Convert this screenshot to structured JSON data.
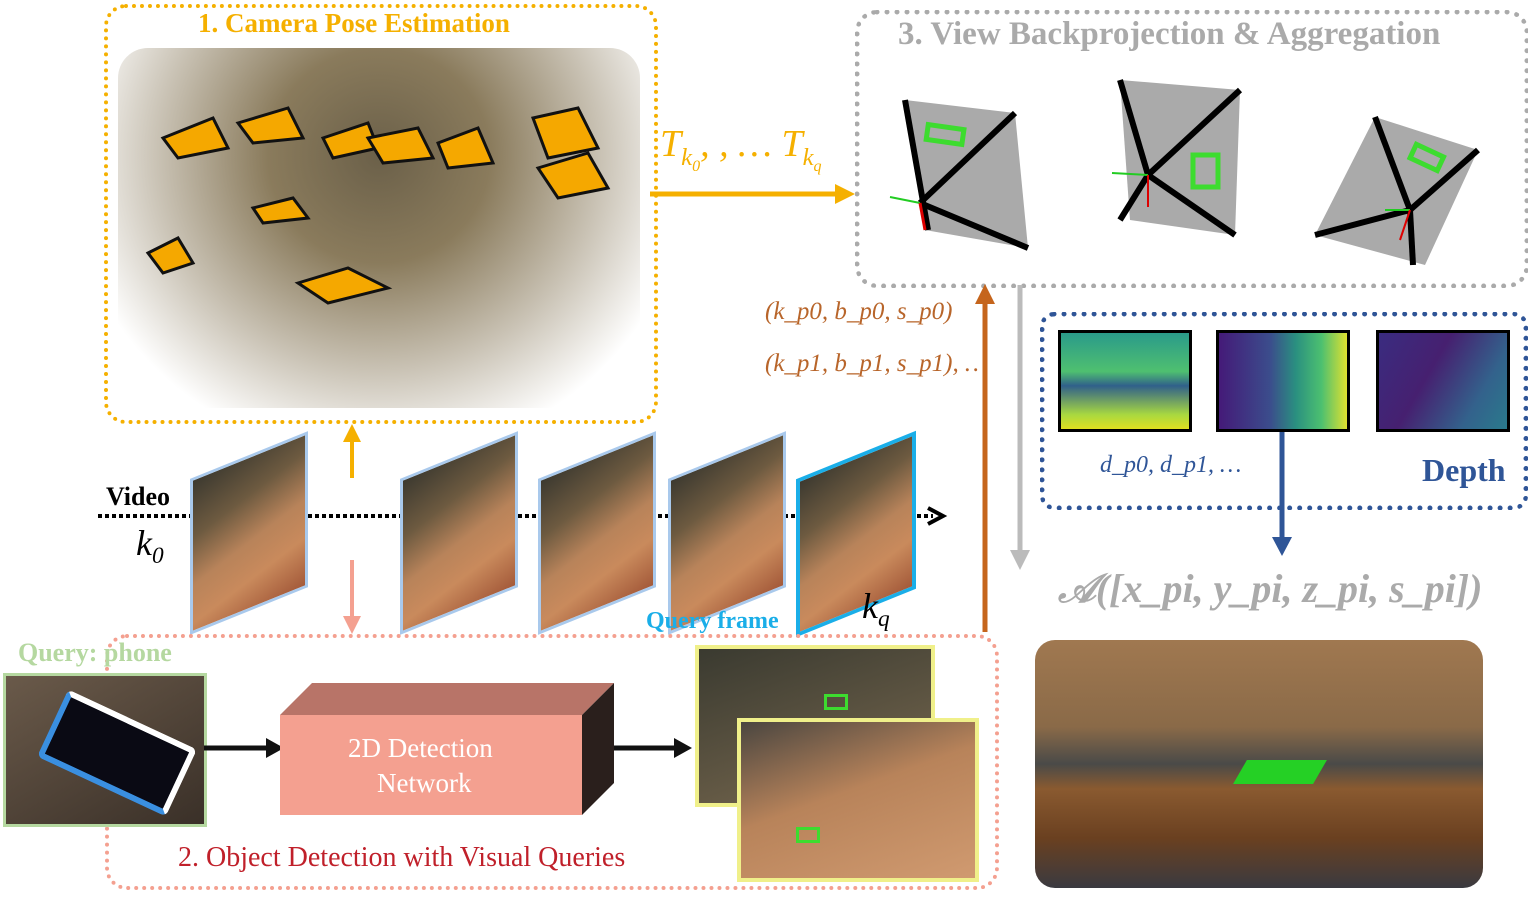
{
  "section1": {
    "title": "1. Camera Pose Estimation",
    "color": "#f5b000"
  },
  "section2": {
    "title": "2. Object Detection with Visual Queries",
    "color": "#c0202a",
    "query_label": "Query: phone",
    "network_label_line1": "2D Detection",
    "network_label_line2": "Network"
  },
  "section3": {
    "title": "3. View Backprojection & Aggregation",
    "color": "#aaaaaa"
  },
  "poses_label": {
    "T": "T",
    "k0": "k",
    "k0_sub": "0",
    "mid": ", , … ",
    "T2": "T",
    "kq": "k",
    "kq_sub": "q"
  },
  "detections_label": {
    "line1": "(k_p0, b_p0, s_p0)",
    "line2": "(k_p1, b_p1, s_p1), …"
  },
  "depth": {
    "title": "Depth",
    "label": "d_p0, d_p1, …",
    "color": "#2f5597"
  },
  "aggregation_formula": "𝒜([x_pi, y_pi, z_pi, s_pi])",
  "video": {
    "label": "Video",
    "start_frame": "k",
    "start_sub": "0",
    "query_frame_label": "Query frame",
    "end_frame": "k",
    "end_sub": "q"
  }
}
